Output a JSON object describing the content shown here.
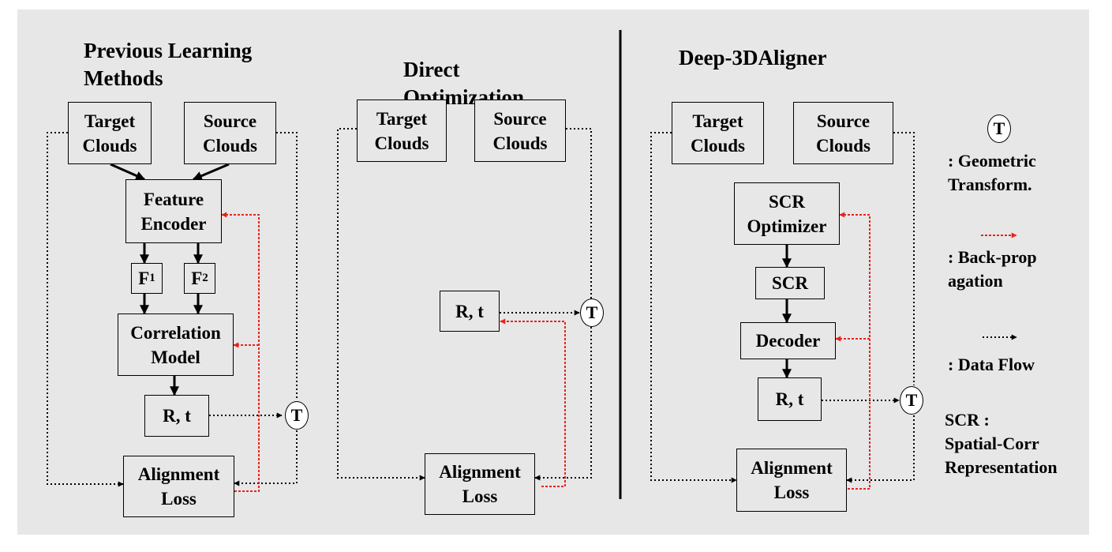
{
  "sections": {
    "previous": {
      "title": "Previous Learning\nMethods",
      "target": "Target\nClouds",
      "source": "Source\nClouds",
      "encoder": "Feature\nEncoder",
      "f1_main": "F",
      "f1_sub": "1",
      "f2_main": "F",
      "f2_sub": "2",
      "correlation": "Correlation\nModel",
      "rt": "R, t",
      "loss": "Alignment\nLoss",
      "t_symbol": "T"
    },
    "direct": {
      "title": "Direct\nOptimization",
      "target": "Target\nClouds",
      "source": "Source\nClouds",
      "rt": "R, t",
      "loss": "Alignment\nLoss",
      "t_symbol": "T"
    },
    "deep": {
      "title": "Deep-3DAligner",
      "target": "Target\nClouds",
      "source": "Source\nClouds",
      "scr_optimizer": "SCR\nOptimizer",
      "scr": "SCR",
      "decoder": "Decoder",
      "rt": "R, t",
      "loss": "Alignment\nLoss",
      "t_symbol": "T"
    }
  },
  "legend": {
    "t_symbol": "T",
    "geometric": ": Geometric\nTransform.",
    "backprop": ": Back-prop\nagation",
    "dataflow": ": Data Flow",
    "scr_def": "SCR :\nSpatial-Corr\nRepresentation"
  },
  "colors": {
    "background": "#e7e7e7",
    "backprop_arrow": "#e8231c",
    "data_flow_arrow": "#000000"
  }
}
